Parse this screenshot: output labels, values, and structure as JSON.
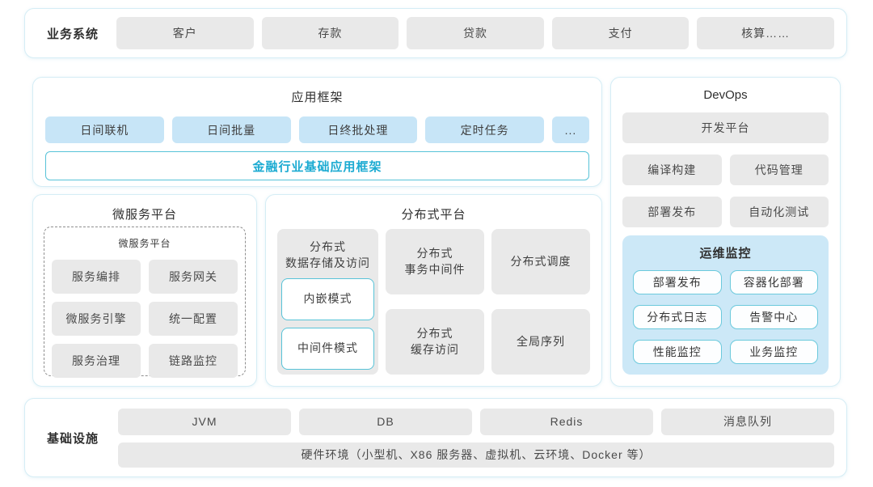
{
  "colors": {
    "panel_border": "#d5edf5",
    "gray_button_bg": "#e9e9e9",
    "blue_button_bg": "#c7e5f7",
    "teal_border": "#58c3d8",
    "teal_text": "#1cabd2",
    "monitor_bg": "#cce8f7"
  },
  "business": {
    "label": "业务系统",
    "items": [
      "客户",
      "存款",
      "贷款",
      "支付",
      "核算……"
    ]
  },
  "app_framework": {
    "title": "应用框架",
    "modules": [
      "日间联机",
      "日间批量",
      "日终批处理",
      "定时任务",
      "..."
    ],
    "base_framework": "金融行业基础应用框架"
  },
  "microservice": {
    "title": "微服务平台",
    "inner_title": "微服务平台",
    "items": [
      "服务编排",
      "服务网关",
      "微服务引擎",
      "统一配置",
      "服务治理",
      "链路监控"
    ]
  },
  "distributed": {
    "title": "分布式平台",
    "storage": {
      "label_line1": "分布式",
      "label_line2": "数据存储及访问",
      "modes": [
        "内嵌模式",
        "中间件模式"
      ]
    },
    "transaction_line1": "分布式",
    "transaction_line2": "事务中间件",
    "scheduling": "分布式调度",
    "cache_line1": "分布式",
    "cache_line2": "缓存访问",
    "sequence": "全局序列"
  },
  "devops": {
    "title": "DevOps",
    "platform": "开发平台",
    "tools": [
      "编译构建",
      "代码管理",
      "部署发布",
      "自动化测试"
    ],
    "monitor": {
      "title": "运维监控",
      "items": [
        "部署发布",
        "容器化部署",
        "分布式日志",
        "告警中心",
        "性能监控",
        "业务监控"
      ]
    }
  },
  "infrastructure": {
    "label": "基础设施",
    "items": [
      "JVM",
      "DB",
      "Redis",
      "消息队列"
    ],
    "hardware": "硬件环境（小型机、X86 服务器、虚拟机、云环境、Docker 等）"
  }
}
